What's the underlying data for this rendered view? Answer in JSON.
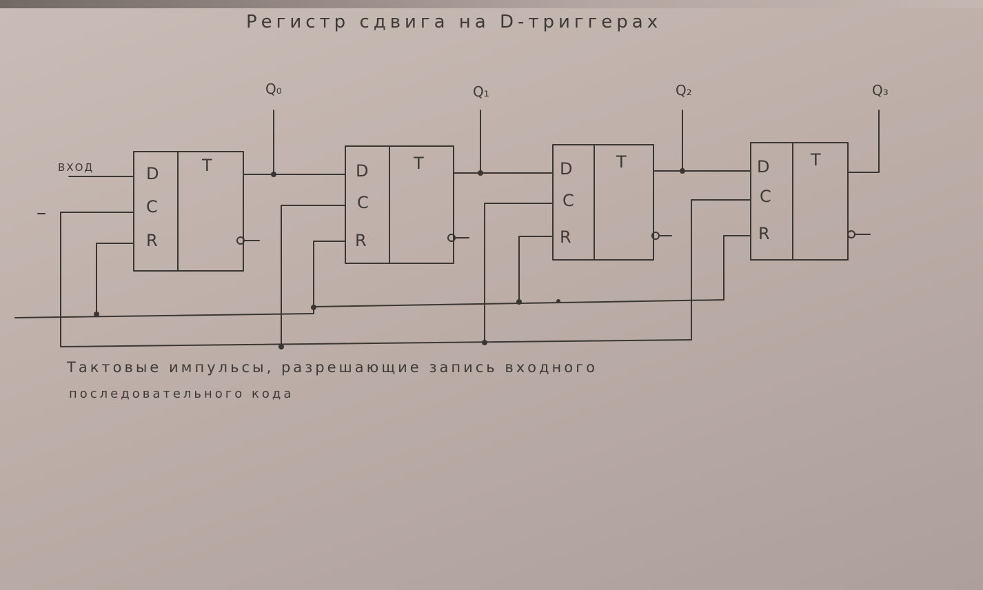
{
  "title": "Регистр сдвига на D-триггерах",
  "input_label": "ВХОД",
  "outputs": [
    "Q₀",
    "Q₁",
    "Q₂",
    "Q₃"
  ],
  "trigger_label": "T",
  "pins": {
    "d": "D",
    "c": "C",
    "r": "R"
  },
  "caption_line1": "Тактовые импульсы, разрешающие запись входного",
  "caption_line2": "последовательного кода",
  "colors": {
    "paper": "#c2b5ae",
    "ink": "#3b3533"
  }
}
